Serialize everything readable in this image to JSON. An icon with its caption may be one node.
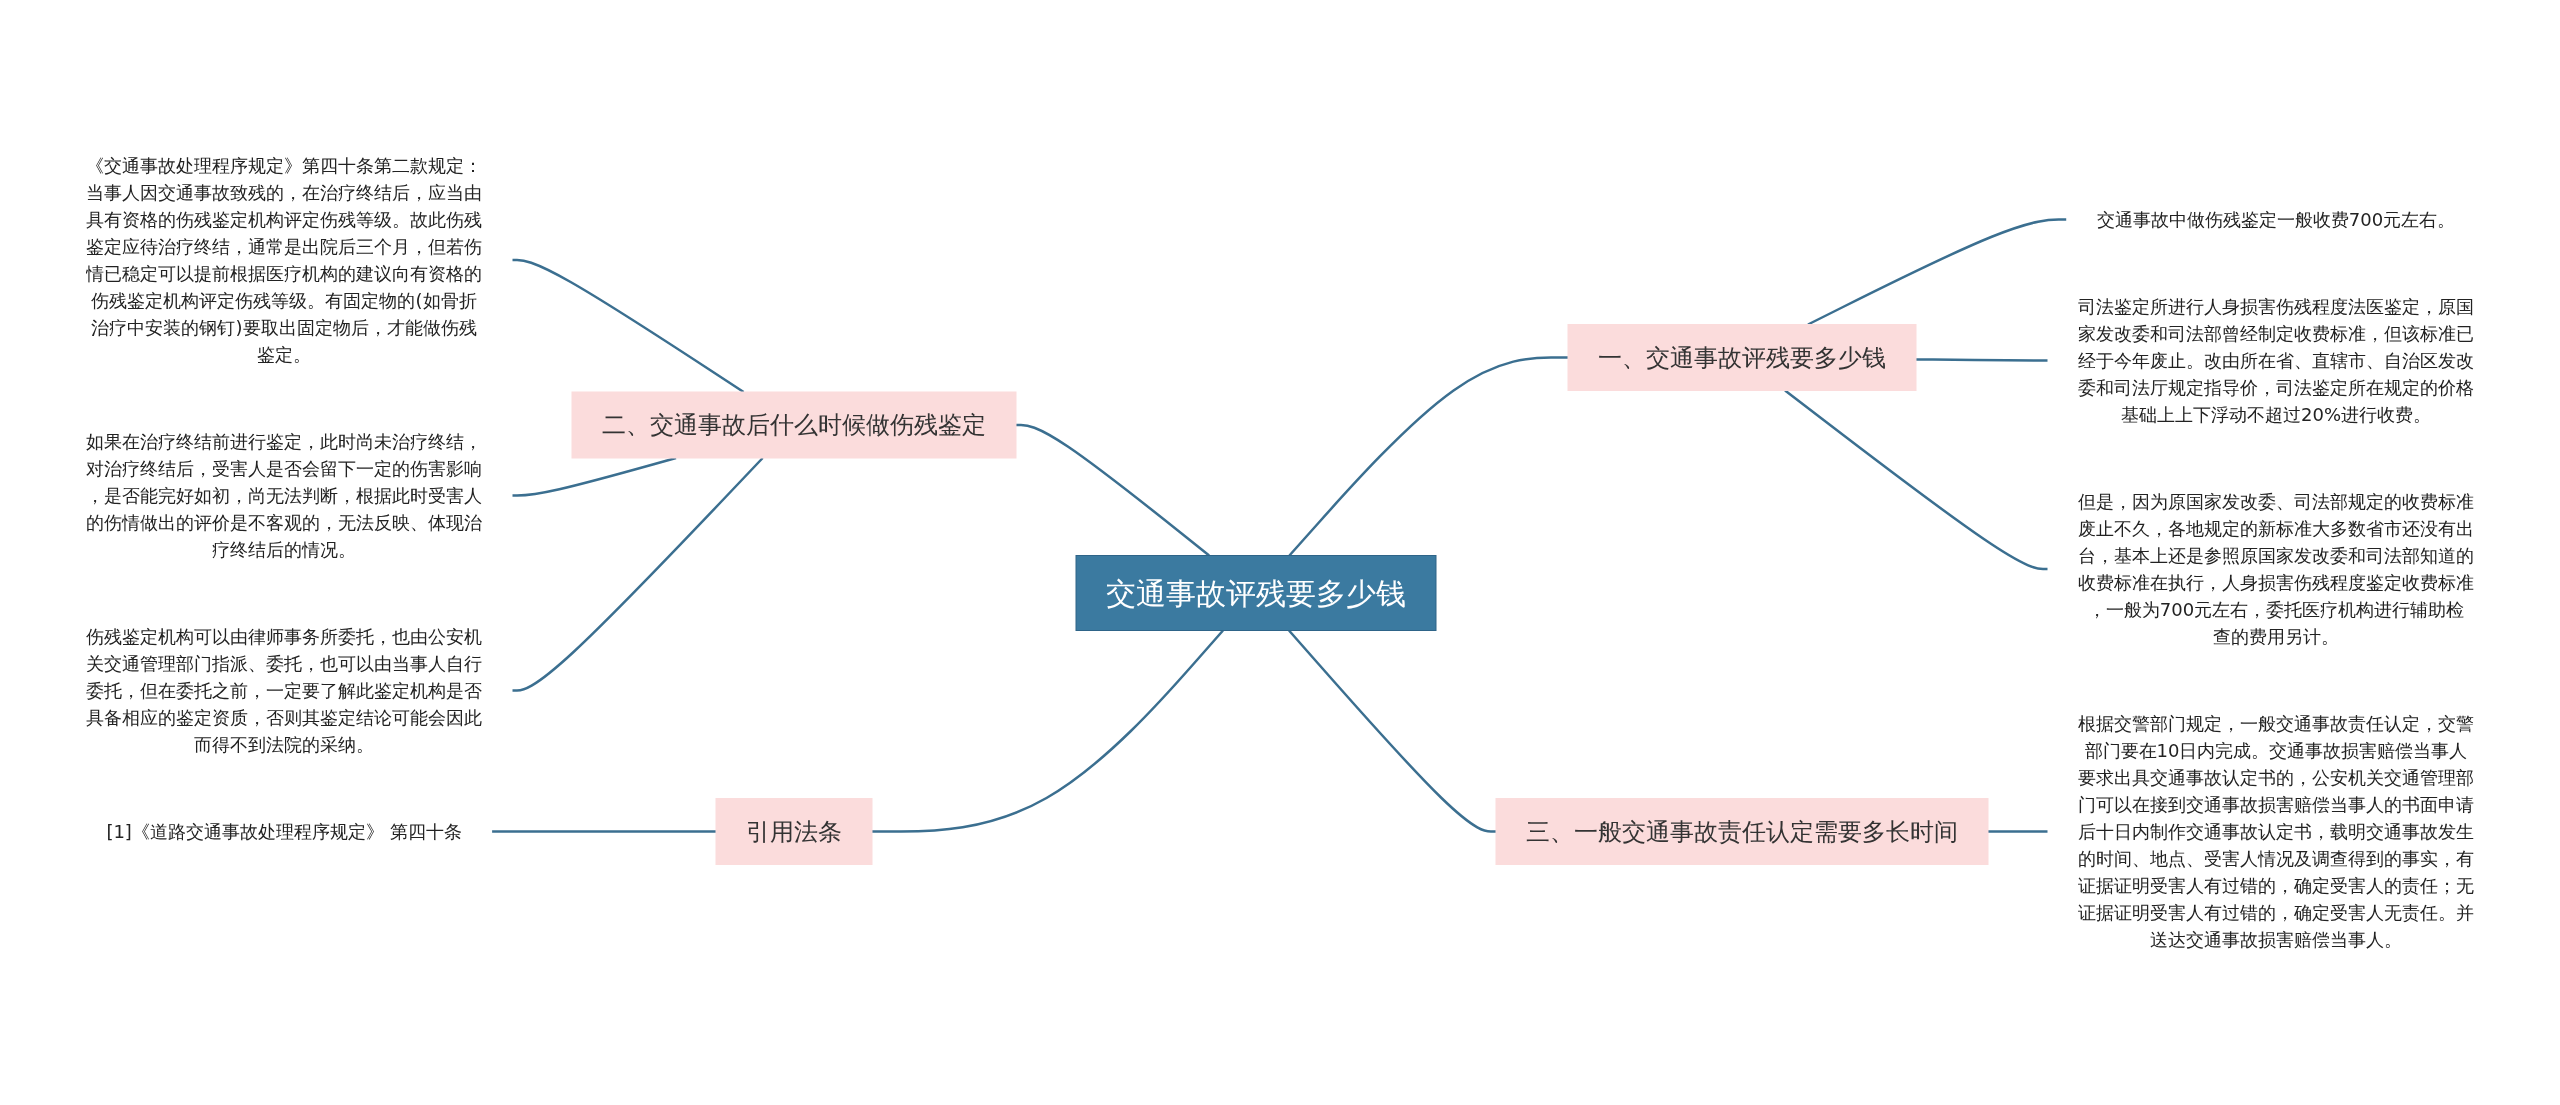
{
  "diagram": {
    "nodes": [
      {
        "text": [
          "交通事故评残要多少钱"
        ]
      },
      {
        "text": [
          "一、交通事故评残要多少钱"
        ]
      },
      {
        "text": [
          "交通事故中做伤残鉴定一般收费700元左右。"
        ]
      },
      {
        "text": [
          "司法鉴定所进行人身损害伤残程度法医鉴定，原国家发改委和司法部曾经制定收费标准，但该标准已经于今年废止。改由所在省、直辖市、自治区发改委和司法厅规定指导价，司法鉴定所在规定的价格基础上上下浮动不超过20%进行收费。"
        ]
      },
      {
        "text": [
          "但是，因为原国家发改委、司法部规定的收费标准废止不久，各地规定的新标准大多数省市还没有出台，基本上还是参照原国家发改委和司法部知道的收费标准在执行，人身损害伤残程度鉴定收费标准，一般为700元左右，委托医疗机构进行辅助检查的费用另计。"
        ]
      },
      {
        "text": [
          "三、一般交通事故责任认定需要多长时间"
        ]
      },
      {
        "text": [
          "根据交警部门规定，一般交通事故责任认定，交警部门要在10日内完成。交通事故损害赔偿当事人要求出具交通事故认定书的，公安机关交通管理部门可以在接到交通事故损害赔偿当事人的书面申请后十日内制作交通事故认定书，载明交通事故发生的时间、地点、受害人情况及调查得到的事实，有证据证明受害人有过错的，确定受害人的责任；无证据证明受害人有过错的，确定受害人无责任。并送达交通事故损害赔偿当事人。"
        ]
      },
      {
        "text": [
          "二、交通事故后什么时候做伤残鉴定"
        ]
      },
      {
        "text": [
          "《交通事故处理程序规定》第四十条第二款规定：当事人因交通事故致残的，在治疗终结后，应当由具有资格的伤残鉴定机构评定伤残等级。故此伤残鉴定应待治疗终结，通常是出院后三个月，但若伤情已稳定可以提前根据医疗机构的建议向有资格的伤残鉴定机构评定伤残等级。有固定物的(如骨折治疗中安装的钢钉)要取出固定物后，才能做伤残鉴定。"
        ]
      },
      {
        "text": [
          "如果在治疗终结前进行鉴定，此时尚未治疗终结，对治疗终结后，受害人是否会留下一定的伤害影响，是否能完好如初，尚无法判断，根据此时受害人的伤情做出的评价是不客观的，无法反映、体现治疗终结后的情况。"
        ]
      },
      {
        "text": [
          "伤残鉴定机构可以由律师事务所委托，也由公安机关交通管理部门指派、委托，也可以由当事人自行委托，但在委托之前，一定要了解此鉴定机构是否具备相应的鉴定资质，否则其鉴定结论可能会因此而得不到法院的采纳。"
        ]
      },
      {
        "text": [
          "引用法条"
        ]
      },
      {
        "text": [
          "[1]《道路交通事故处理程序规定》 第四十条"
        ]
      }
    ],
    "edges": [
      {
        "from": 0,
        "to": 1,
        "arrow": "none"
      },
      {
        "from": 1,
        "to": 2,
        "arrow": "none"
      },
      {
        "from": 1,
        "to": 3,
        "arrow": "none"
      },
      {
        "from": 1,
        "to": 4,
        "arrow": "none"
      },
      {
        "from": 0,
        "to": 5,
        "arrow": "none"
      },
      {
        "from": 5,
        "to": 6,
        "arrow": "none"
      },
      {
        "from": 0,
        "to": 7,
        "arrow": "none"
      },
      {
        "from": 7,
        "to": 8,
        "arrow": "none"
      },
      {
        "from": 7,
        "to": 9,
        "arrow": "none"
      },
      {
        "from": 7,
        "to": 10,
        "arrow": "none"
      },
      {
        "from": 0,
        "to": 11,
        "arrow": "none"
      },
      {
        "from": 11,
        "to": 12,
        "arrow": "none"
      }
    ]
  }
}
